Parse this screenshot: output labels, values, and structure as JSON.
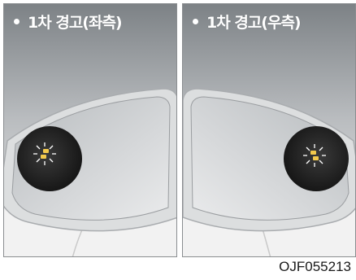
{
  "panels": [
    {
      "title": "1차 경고(좌측)",
      "side": "left"
    },
    {
      "title": "1차 경고(우측)",
      "side": "right"
    }
  ],
  "figure_code": "OJF055213",
  "colors": {
    "warning_icon": "#f2c94c",
    "indicator_circle": "#1f1f1f"
  }
}
